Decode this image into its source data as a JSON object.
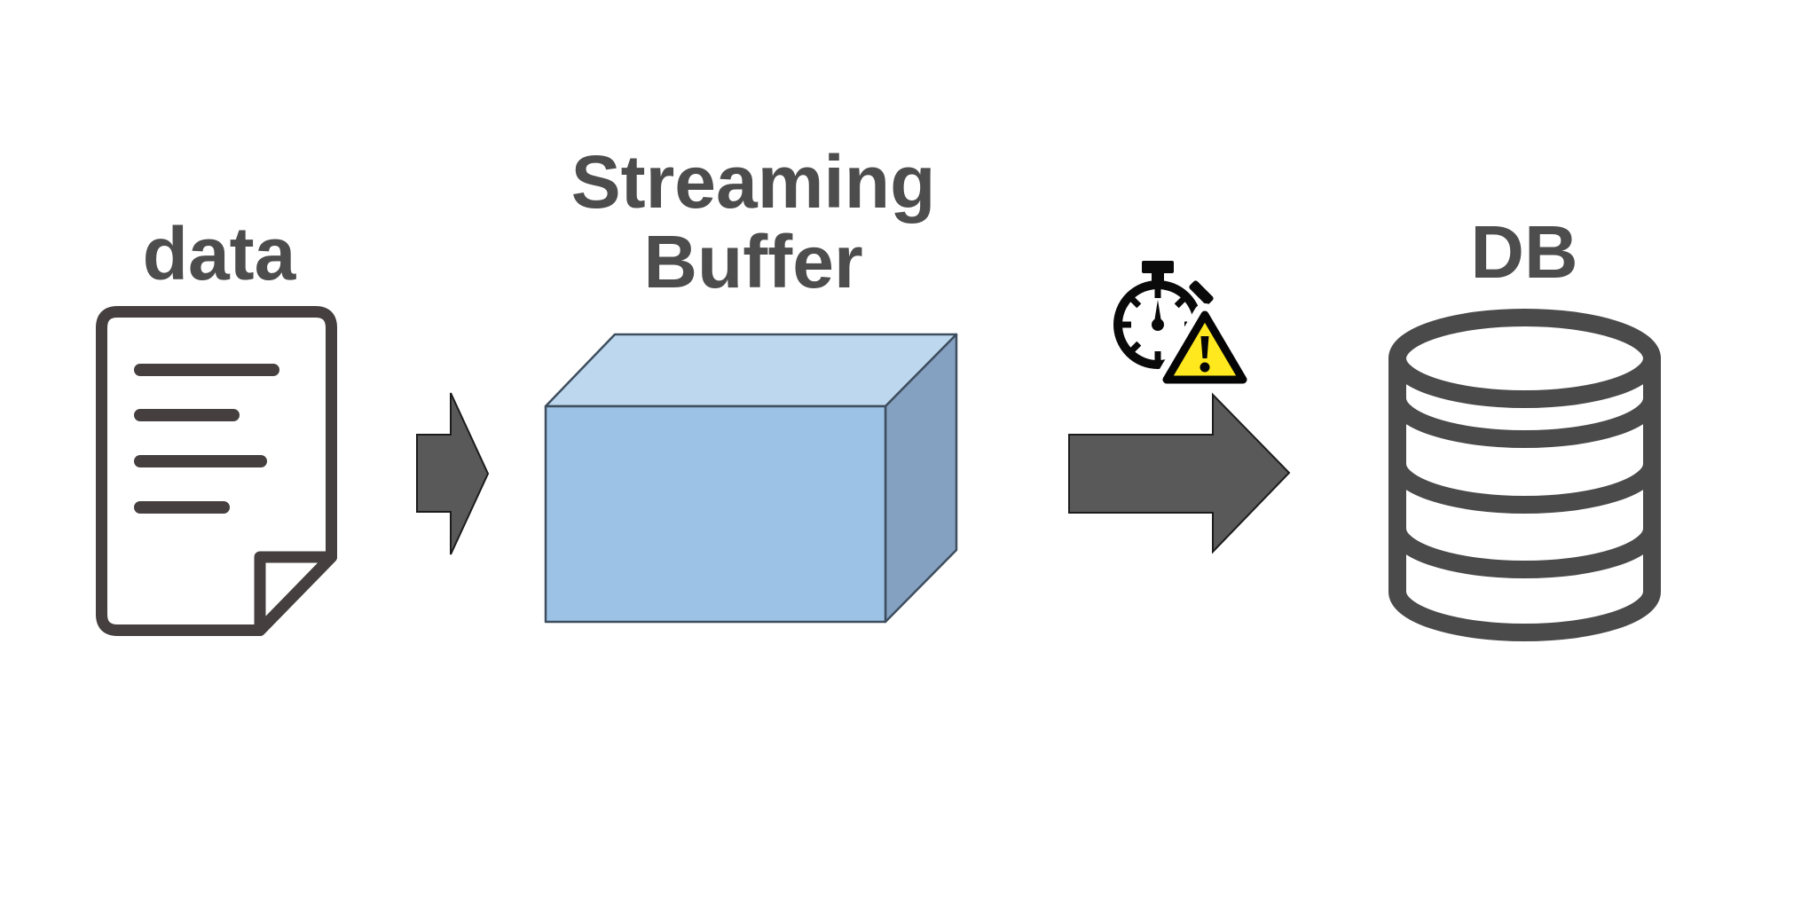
{
  "diagram": {
    "type": "flow",
    "background_color": "#ffffff",
    "nodes": [
      {
        "id": "data",
        "label": "data",
        "icon": "document-icon"
      },
      {
        "id": "streaming-buffer",
        "label": "Streaming Buffer",
        "label_line1": "Streaming",
        "label_line2": "Buffer",
        "icon": "cube-icon"
      },
      {
        "id": "db",
        "label": "DB",
        "icon": "database-icon"
      }
    ],
    "edges": [
      {
        "from": "data",
        "to": "streaming-buffer",
        "arrow": "block-arrow-right"
      },
      {
        "from": "streaming-buffer",
        "to": "db",
        "arrow": "block-arrow-right",
        "annotation_icons": [
          "stopwatch-icon",
          "warning-icon"
        ]
      }
    ],
    "colors": {
      "label_text": "#4d4d4d",
      "document_stroke": "#453f3f",
      "database_stroke": "#4a4a4a",
      "arrow_fill": "#595959",
      "arrow_outline": "#1c1c1c",
      "cube_front": "#9cc2e5",
      "cube_top": "#bdd7ee",
      "cube_side": "#85a1c1",
      "cube_outline": "#3e4e5e",
      "warning_fill": "#ffe81e",
      "warning_outline": "#050505",
      "stopwatch": "#0a0a0a"
    }
  }
}
